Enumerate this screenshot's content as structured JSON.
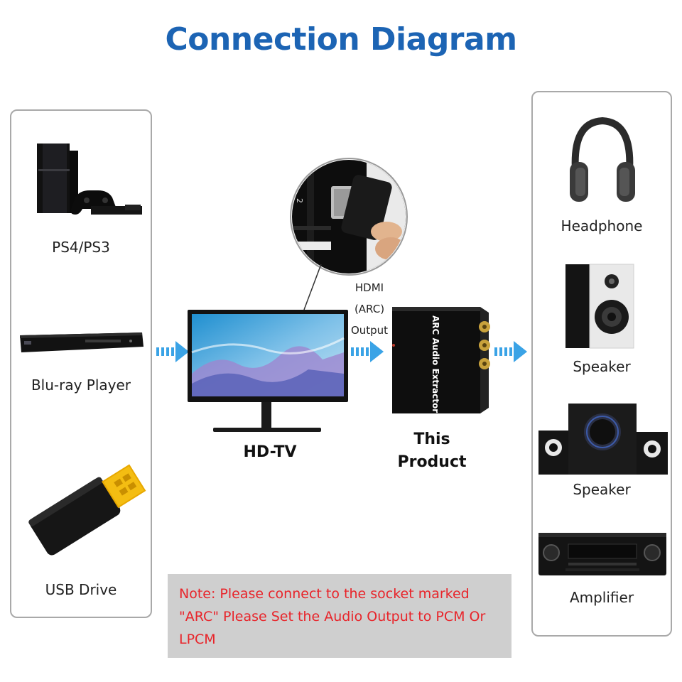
{
  "title": "Connection Diagram",
  "sources": {
    "items": [
      {
        "label": "PS4/PS3",
        "icon": "game-console-icon"
      },
      {
        "label": "Blu-ray Player",
        "icon": "bluray-player-icon"
      },
      {
        "label": "USB Drive",
        "icon": "usb-drive-icon"
      }
    ]
  },
  "tv": {
    "label": "HD-TV",
    "port_number": "2"
  },
  "connection": {
    "line1": "HDMI",
    "line2": "(ARC)",
    "line3": "Output"
  },
  "product": {
    "label_line1": "This",
    "label_line2": "Product",
    "body_text": "ARC Audio Extractor"
  },
  "outputs": {
    "items": [
      {
        "label": "Headphone",
        "icon": "headphone-icon"
      },
      {
        "label": "Speaker",
        "icon": "speaker-icon"
      },
      {
        "label": "Speaker",
        "icon": "speaker-system-icon"
      },
      {
        "label": "Amplifier",
        "icon": "amplifier-icon"
      }
    ]
  },
  "note": {
    "text": "Note: Please connect to the socket marked \"ARC\" Please Set the Audio Output to PCM Or LPCM"
  },
  "colors": {
    "title": "#1c64b4",
    "note_text": "#e8242a",
    "note_bg": "#cfcfcf",
    "arrow": "#3aa3e6"
  }
}
